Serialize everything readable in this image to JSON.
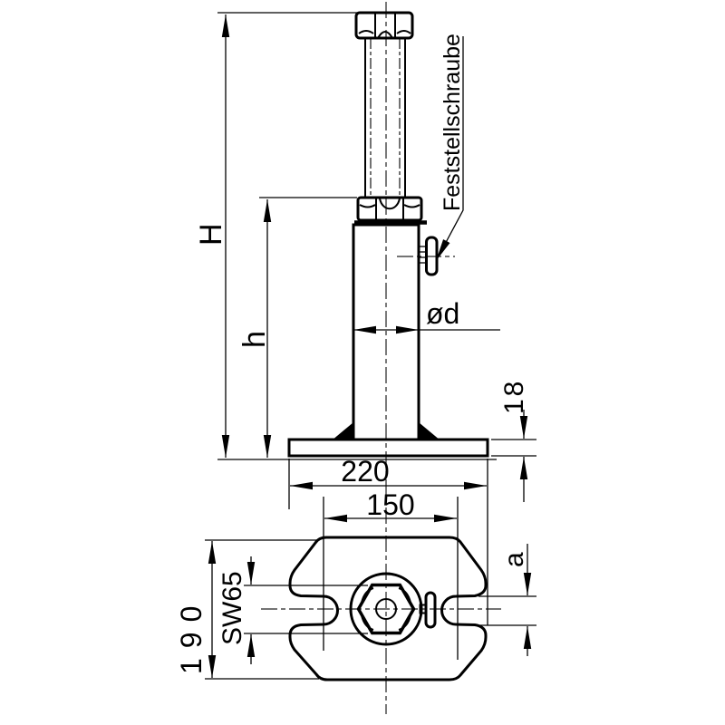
{
  "drawing": {
    "dimensions": {
      "overall_height": "H",
      "column_height": "h",
      "column_diameter": "ød",
      "plate_thickness": "18",
      "plate_width": "220",
      "slot_pitch": "150",
      "plate_depth": "190",
      "wrench_size": "SW65",
      "slot_width": "a"
    },
    "labels": {
      "locking_screw": "Feststellschraube"
    },
    "colors": {
      "ink": "#000000",
      "centerline": "#222222",
      "background": "#ffffff"
    }
  }
}
